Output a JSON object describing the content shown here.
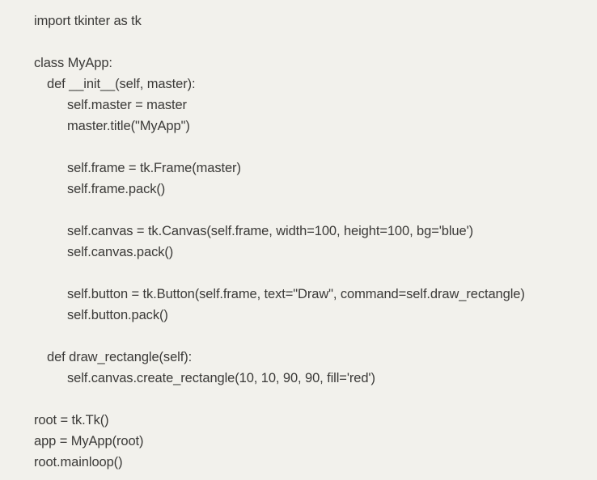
{
  "page": {
    "background_color": "#f2f1ec",
    "text_color": "#3b3a38"
  },
  "code": {
    "language": "python",
    "lines": [
      {
        "indent": 0,
        "text": "import tkinter as tk"
      },
      {
        "indent": 0,
        "text": ""
      },
      {
        "indent": 0,
        "text": "class MyApp:"
      },
      {
        "indent": 1,
        "text": "def __init__(self, master):"
      },
      {
        "indent": 2,
        "text": "self.master = master"
      },
      {
        "indent": 2,
        "text": "master.title(\"MyApp\")"
      },
      {
        "indent": 0,
        "text": ""
      },
      {
        "indent": 2,
        "text": "self.frame = tk.Frame(master)"
      },
      {
        "indent": 2,
        "text": "self.frame.pack()"
      },
      {
        "indent": 0,
        "text": ""
      },
      {
        "indent": 2,
        "text": "self.canvas = tk.Canvas(self.frame, width=100, height=100, bg='blue')"
      },
      {
        "indent": 2,
        "text": "self.canvas.pack()"
      },
      {
        "indent": 0,
        "text": ""
      },
      {
        "indent": 2,
        "text": "self.button = tk.Button(self.frame, text=\"Draw\", command=self.draw_rectangle)"
      },
      {
        "indent": 2,
        "text": "self.button.pack()"
      },
      {
        "indent": 0,
        "text": ""
      },
      {
        "indent": 1,
        "text": "def draw_rectangle(self):"
      },
      {
        "indent": 2,
        "text": "self.canvas.create_rectangle(10, 10, 90, 90, fill='red')"
      },
      {
        "indent": 0,
        "text": ""
      },
      {
        "indent": 0,
        "text": "root = tk.Tk()"
      },
      {
        "indent": 0,
        "text": "app = MyApp(root)"
      },
      {
        "indent": 0,
        "text": "root.mainloop()"
      }
    ]
  }
}
